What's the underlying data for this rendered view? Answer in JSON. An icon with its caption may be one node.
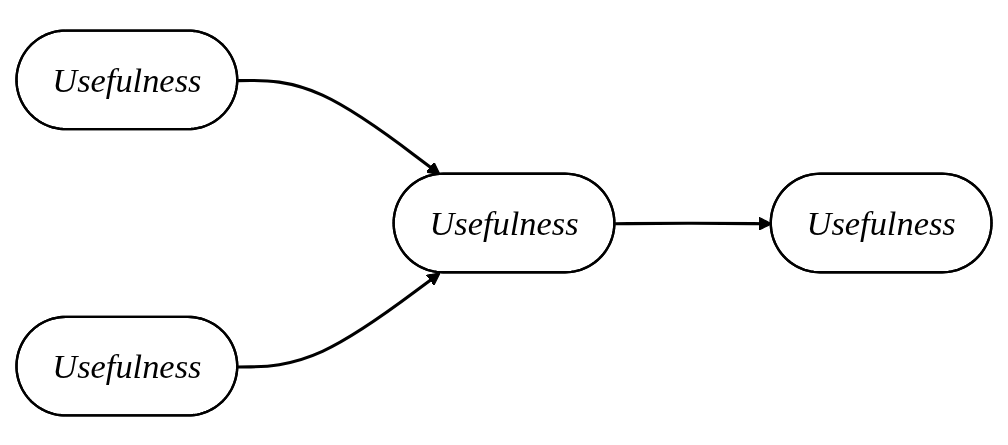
{
  "diagram": {
    "nodes": [
      {
        "text": [
          "Usefulness"
        ]
      },
      {
        "text": [
          "Usefulness"
        ]
      },
      {
        "text": [
          "Usefulness"
        ]
      },
      {
        "text": [
          "Usefulness"
        ]
      }
    ],
    "edges": [
      {
        "from": 0,
        "to": 2,
        "arrow": "to"
      },
      {
        "from": 1,
        "to": 2,
        "arrow": "to"
      },
      {
        "from": 2,
        "to": 3,
        "arrow": "to"
      }
    ]
  }
}
